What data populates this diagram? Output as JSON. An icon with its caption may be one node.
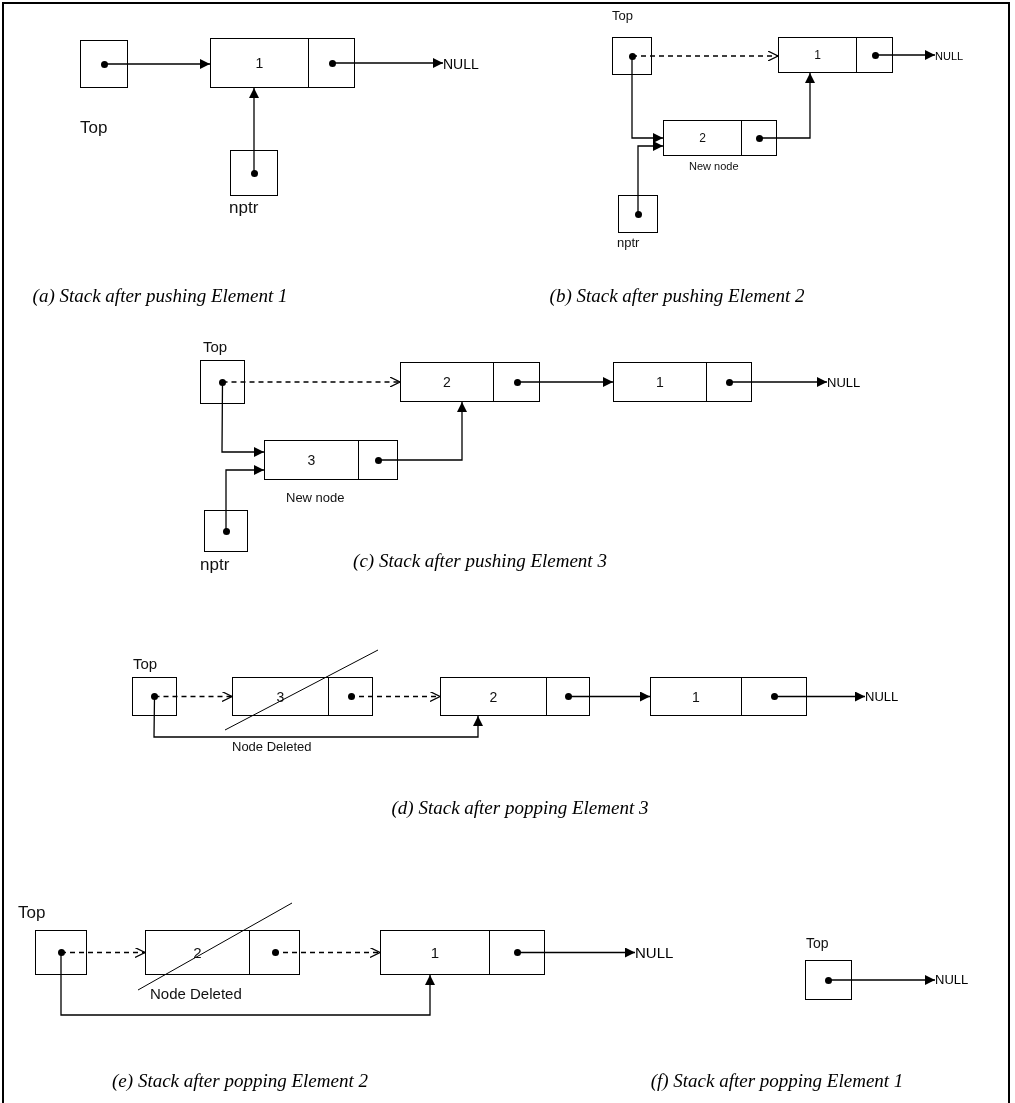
{
  "diagram": {
    "nodes": [
      {
        "text": [],
        "shape": "box",
        "beside": [
          "Top"
        ]
      },
      {
        "text": [
          "1"
        ]
      },
      {
        "text": [
          "NULL"
        ]
      },
      {
        "text": [],
        "shape": "box",
        "beside": [
          "nptr"
        ]
      },
      {
        "text": [],
        "shape": "box",
        "beside": [
          "Top"
        ]
      },
      {
        "text": [
          "1"
        ]
      },
      {
        "text": [
          "NULL"
        ]
      },
      {
        "text": [
          "2"
        ],
        "beside": [
          "New node"
        ]
      },
      {
        "text": [],
        "shape": "box",
        "beside": [
          "nptr"
        ]
      },
      {
        "text": [],
        "shape": "box",
        "beside": [
          "Top"
        ]
      },
      {
        "text": [
          "2"
        ]
      },
      {
        "text": [
          "1"
        ]
      },
      {
        "text": [
          "NULL"
        ]
      },
      {
        "text": [
          "3"
        ],
        "beside": [
          "New node"
        ]
      },
      {
        "text": [],
        "shape": "box",
        "beside": [
          "nptr"
        ]
      },
      {
        "text": [],
        "shape": "box",
        "beside": [
          "Top"
        ]
      },
      {
        "text": [
          "3"
        ],
        "beside": [
          "Node Deleted"
        ]
      },
      {
        "text": [
          "2"
        ]
      },
      {
        "text": [
          "1"
        ]
      },
      {
        "text": [
          "NULL"
        ]
      },
      {
        "text": [],
        "shape": "box",
        "beside": [
          "Top"
        ]
      },
      {
        "text": [
          "2"
        ],
        "beside": [
          "Node Deleted"
        ]
      },
      {
        "text": [
          "1"
        ]
      },
      {
        "text": [
          "NULL"
        ]
      },
      {
        "text": [],
        "shape": "box",
        "beside": [
          "Top"
        ]
      },
      {
        "text": [
          "NULL"
        ]
      }
    ],
    "edges": [
      {
        "from": 0,
        "to": 1,
        "arrow": "to"
      },
      {
        "from": 1,
        "to": 2,
        "arrow": "to"
      },
      {
        "from": 3,
        "to": 1,
        "arrow": "to"
      },
      {
        "from": 4,
        "to": 5,
        "arrow": "to",
        "style": "dashed"
      },
      {
        "from": 5,
        "to": 6,
        "arrow": "to"
      },
      {
        "from": 4,
        "to": 7,
        "arrow": "to"
      },
      {
        "from": 7,
        "to": 5,
        "arrow": "to"
      },
      {
        "from": 8,
        "to": 7,
        "arrow": "to"
      },
      {
        "from": 9,
        "to": 10,
        "arrow": "to",
        "style": "dashed"
      },
      {
        "from": 10,
        "to": 11,
        "arrow": "to"
      },
      {
        "from": 11,
        "to": 12,
        "arrow": "to"
      },
      {
        "from": 9,
        "to": 13,
        "arrow": "to"
      },
      {
        "from": 13,
        "to": 10,
        "arrow": "to"
      },
      {
        "from": 14,
        "to": 13,
        "arrow": "to"
      },
      {
        "from": 15,
        "to": 16,
        "arrow": "to",
        "style": "dashed"
      },
      {
        "from": 16,
        "to": 17,
        "arrow": "to",
        "style": "dashed"
      },
      {
        "from": 17,
        "to": 18,
        "arrow": "to"
      },
      {
        "from": 18,
        "to": 19,
        "arrow": "to"
      },
      {
        "from": 15,
        "to": 17,
        "arrow": "to"
      },
      {
        "from": 20,
        "to": 21,
        "arrow": "to",
        "style": "dashed"
      },
      {
        "from": 21,
        "to": 22,
        "arrow": "to",
        "style": "dashed"
      },
      {
        "from": 22,
        "to": 23,
        "arrow": "to"
      },
      {
        "from": 20,
        "to": 22,
        "arrow": "to"
      },
      {
        "from": 24,
        "to": 25,
        "arrow": "to"
      }
    ],
    "labels": [
      "(a) Stack after pushing Element 1",
      "(b) Stack after pushing Element 2",
      "(c) Stack after pushing Element 3",
      "(d) Stack after popping Element 3",
      "(e) Stack after popping Element 2",
      "(f) Stack after popping Element 1"
    ]
  }
}
